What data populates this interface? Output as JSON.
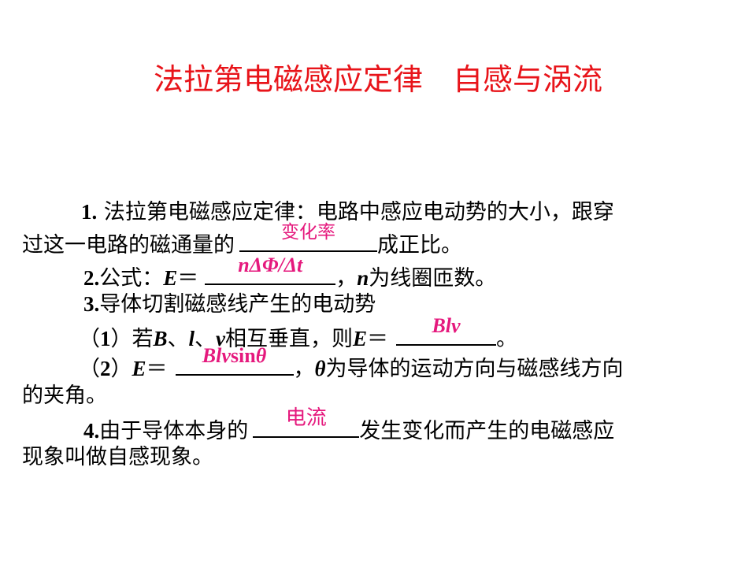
{
  "slide": {
    "title": "法拉第电磁感应定律　自感与涡流"
  },
  "item1": {
    "number": "1.",
    "text_a": " 法拉第电磁感应定律：电路中感应电动势的大小，跟穿",
    "text_b": "过这一电路的磁通量的",
    "answer": "变化率",
    "text_c": "成正比。"
  },
  "item2": {
    "number": "2.",
    "label": "公式：",
    "var": "E",
    "eq": "＝",
    "answer_prefix": "n",
    "answer_body": "ΔΦ/Δt",
    "comma": "，",
    "var_n": "n",
    "text": "为线圈匝数。"
  },
  "item3": {
    "number": "3.",
    "text": "导体切割磁感线产生的电动势",
    "sub1": {
      "paren_open": "（",
      "num": "1",
      "paren_close": "）",
      "text_a": "若",
      "var_b": "B",
      "sep1": "、",
      "var_l": "l",
      "sep2": "、",
      "var_v": "v",
      "text_b": "相互垂直，则",
      "var_e": "E",
      "eq": "＝",
      "answer": "Blv",
      "end": "。"
    },
    "sub2": {
      "paren_open": "（",
      "num": "2",
      "paren_close": "）",
      "var_e": "E",
      "eq": "＝",
      "answer_a": "Blv",
      "answer_sin": "sin",
      "answer_theta": "θ",
      "comma": "，",
      "var_theta": "θ",
      "text_a": "为导体的运动方向与磁感线方向",
      "text_b": "的夹角。"
    }
  },
  "item4": {
    "number": "4.",
    "text_a": "由于导体本身的",
    "answer": "电流",
    "text_b": "发生变化而产生的电磁感应",
    "text_c": "现象叫做自感现象。"
  },
  "colors": {
    "title": "#e8141a",
    "answer": "#e5197d",
    "text": "#000000"
  }
}
